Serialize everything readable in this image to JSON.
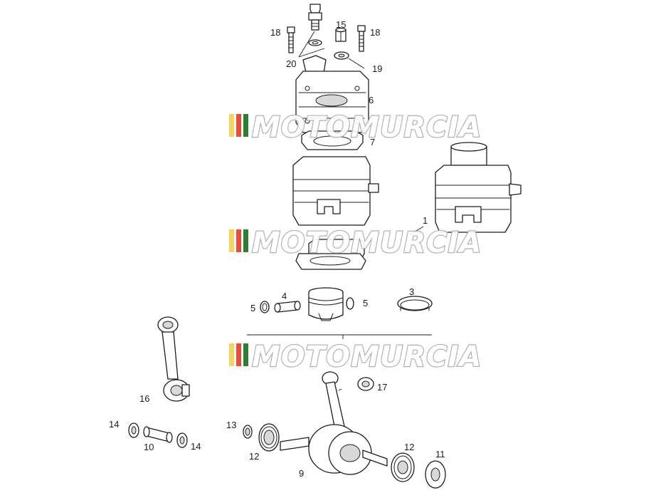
{
  "callouts": {
    "c1": "1",
    "c3": "3",
    "c4": "4",
    "c5a": "5",
    "c5b": "5",
    "c6": "6",
    "c7": "7",
    "c9": "9",
    "c10": "10",
    "c11": "11",
    "c12a": "12",
    "c12b": "12",
    "c13": "13",
    "c14a": "14",
    "c14b": "14",
    "c15": "15",
    "c16": "16",
    "c17": "17",
    "c18a": "18",
    "c18b": "18",
    "c19": "19",
    "c20": "20"
  },
  "watermark": {
    "text": "MOTOMURCIA",
    "stripe_colors": [
      "#f4d35e",
      "#e74c3c",
      "#2e7d32"
    ]
  },
  "icons": [
    "bolt-icon",
    "nut-icon",
    "washer-icon",
    "cylinder-head-icon",
    "cylinder-icon",
    "piston-icon",
    "connecting-rod-icon",
    "crankshaft-icon",
    "bearing-icon"
  ]
}
